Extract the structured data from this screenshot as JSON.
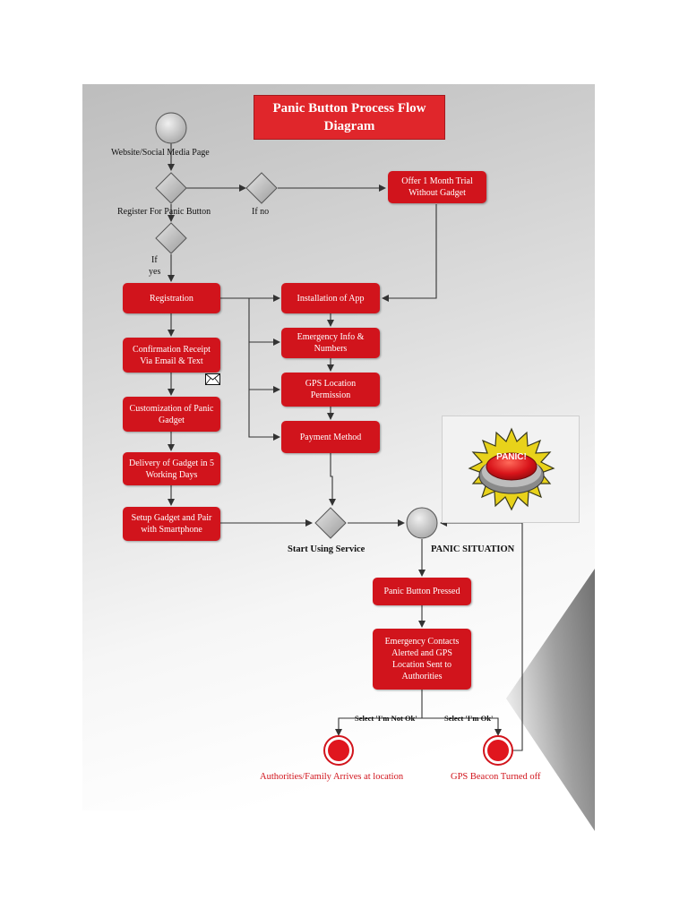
{
  "diagram": {
    "title_line1": "Panic Button Process Flow",
    "title_line2": "Diagram",
    "labels": {
      "website": "Website/Social Media Page",
      "register": "Register For Panic Button",
      "if_no": "If no",
      "if": "If",
      "yes": "yes",
      "start_using": "Start Using Service",
      "panic_situation": "PANIC SITUATION",
      "select_not_ok": "Select 'I'm Not Ok'",
      "select_ok": "Select 'I'm Ok'",
      "authorities_arrive": "Authorities/Family Arrives at location",
      "gps_off": "GPS Beacon Turned off"
    },
    "boxes": {
      "offer_trial": "Offer 1 Month Trial Without Gadget",
      "registration": "Registration",
      "installation": "Installation of App",
      "emergency_info": "Emergency Info & Numbers",
      "confirmation": "Confirmation Receipt Via Email & Text",
      "gps_permission": "GPS Location Permission",
      "customization": "Customization of Panic Gadget",
      "payment": "Payment Method",
      "delivery": "Delivery of Gadget in 5 Working Days",
      "setup": "Setup Gadget and Pair with Smartphone",
      "panic_pressed": "Panic Button Pressed",
      "emergency_contacts": "Emergency Contacts Alerted and GPS Location Sent to Authorities"
    },
    "panic_button_text": "PANIC!",
    "colors": {
      "box_red": "#d1141c",
      "title_red": "#e0262b",
      "node_grey": "#c8c8c8",
      "end_red": "#e0161e"
    }
  }
}
